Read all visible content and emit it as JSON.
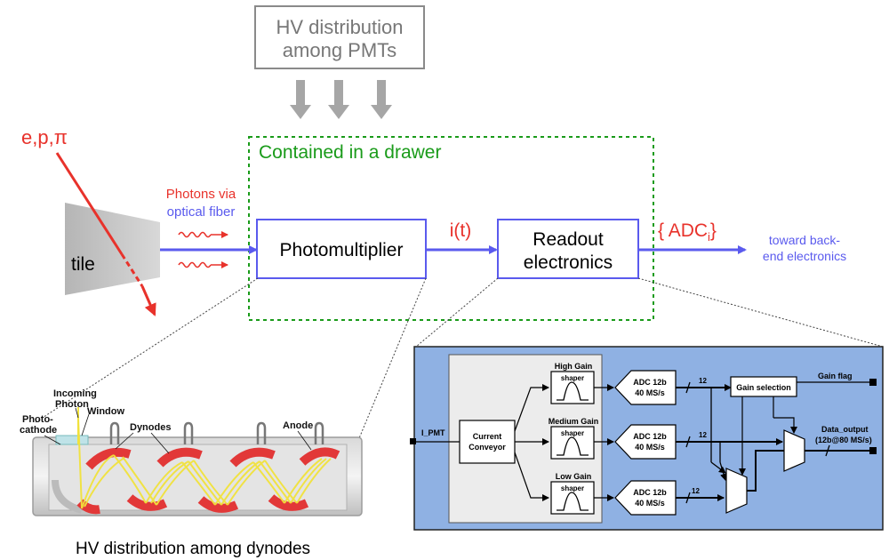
{
  "hv_top": {
    "line1": "HV distribution",
    "line2": "among PMTs"
  },
  "drawer_label": "Contained in a drawer",
  "particle_label": "e,p,π",
  "tile_label": "tile",
  "photons_label": {
    "line1": "Photons via",
    "line2": "optical fiber"
  },
  "pmt_label": "Photomultiplier",
  "current_label": "i(t)",
  "readout_label": {
    "line1": "Readout",
    "line2": "electronics"
  },
  "adc_label": {
    "prefix": "{ ADC",
    "sub": "i",
    "suffix": "}"
  },
  "backend_label": {
    "line1": "toward back-",
    "line2": "end electronics"
  },
  "hv_bottom": "HV distribution among dynodes",
  "pmt_detail": {
    "incoming_photon": {
      "line1": "Incoming",
      "line2": "Photon"
    },
    "window": "Window",
    "photocathode": {
      "line1": "Photo-",
      "line2": "cathode"
    },
    "dynodes": "Dynodes",
    "anode": "Anode"
  },
  "circuit": {
    "input": "I_PMT",
    "conveyor": {
      "line1": "Current",
      "line2": "Conveyor"
    },
    "gains": [
      "High Gain",
      "Medium Gain",
      "Low Gain"
    ],
    "shaper": "shaper",
    "adc": {
      "line1": "ADC 12b",
      "line2": "40 MS/s"
    },
    "bits": "12",
    "gain_selection": "Gain selection",
    "gain_flag": "Gain flag",
    "data_output": {
      "line1": "Data_output",
      "line2": "(12b@80 MS/s)"
    }
  },
  "colors": {
    "red": "#e8322b",
    "blue": "#5a5aee",
    "green": "#1a9b1a",
    "grey": "#8a8a8a",
    "panel": "#8fb1e3"
  }
}
